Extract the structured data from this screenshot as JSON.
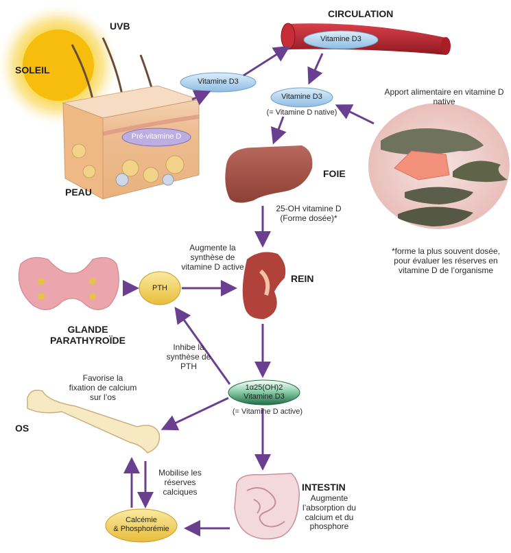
{
  "labels": {
    "soleil": "SOLEIL",
    "uvb": "UVB",
    "peau": "PEAU",
    "circulation": "CIRCULATION",
    "foie": "FOIE",
    "rein": "REIN",
    "glande_line1": "GLANDE",
    "glande_line2": "PARATHYROÏDE",
    "os": "OS",
    "intestin": "INTESTIN"
  },
  "pills": {
    "pre_vitamine": "Pré-vitamine D",
    "vit_d3_skin": "Vitamine D3",
    "vit_d3_circulation": "Vitamine D3",
    "vit_d3_native": "Vitamine D3",
    "pth": "PTH",
    "active_line1": "1α25(OH)2",
    "active_line2": "Vitamine D3",
    "calcemie_line1": "Calcémie",
    "calcemie_line2": "& Phosphorémie"
  },
  "notes": {
    "native": "(= Vitamine D native)",
    "active": "(= Vitamine D active)",
    "apport": "Apport alimentaire en vitamine D native",
    "forme_dosee_line1": "25-OH vitamine D",
    "forme_dosee_line2": "(Forme dosée)*",
    "footnote": "*forme la plus souvent dosée, pour évaluer les réserves en vitamine D de l’organisme",
    "augmente_synthese": "Augmente la synthèse de vitamine D active",
    "inhibe": "Inhibe la synthèse de PTH",
    "favorise": "Favorise la fixation de calcium sur l’os",
    "mobilise": "Mobilise les réserves calciques",
    "augmente_absorption": "Augmente l’absorption du calcium et du phosphore"
  },
  "colors": {
    "arrow": "#6a3f8f",
    "sun_core": "#f6c318",
    "sun_glow": "#fbe9a0",
    "pill_blue": "#a9cdea",
    "pill_green": "#2f8a5a",
    "pill_yellow": "#f3d56a",
    "liver": "#a0524a",
    "kidney": "#b0413b",
    "vessel": "#b3202a",
    "parathyroid": "#eaa5ad",
    "fish_plate": "#f1d3d0"
  }
}
